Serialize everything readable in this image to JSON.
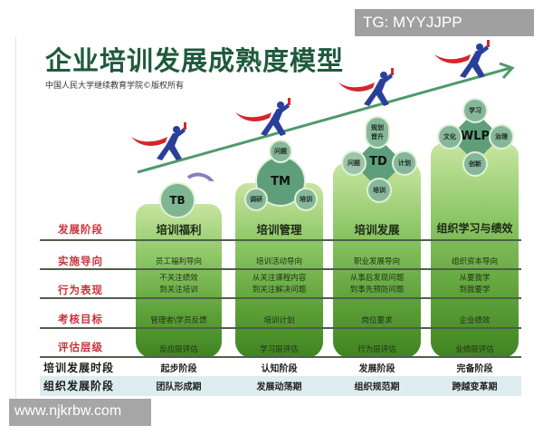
{
  "title": "企业培训发展成熟度模型",
  "subtitle": "中国人民大学继续教育学院©版权所有",
  "watermarks": {
    "top_right": "TG: MYYJJPP",
    "bottom_left": "www.njkrbw.com"
  },
  "colors": {
    "title": "#1e5a3c",
    "row_label": "#c8323a",
    "column_green": "#5fa23a",
    "runner_blue": "#2a3f9a",
    "scarf_red": "#d4262b",
    "arrow_green": "#4e9a6a"
  },
  "row_labels": [
    "发展阶段",
    "实施导向",
    "行为表现",
    "考核目标",
    "评估层级"
  ],
  "columns": [
    {
      "stage": "培训福利",
      "model": "TB",
      "model_nodes": [],
      "orientation": "员工福利导向",
      "behavior": [
        "不关注绩效",
        "到关注培训"
      ],
      "target": "管理者\\学员反馈",
      "evaluation": "反应层评估",
      "period": "起步阶段",
      "org_stage": "团队形成期"
    },
    {
      "stage": "培训管理",
      "model": "TM",
      "model_nodes": [
        "问题",
        "调研",
        "培训"
      ],
      "orientation": "培训活动导向",
      "behavior": [
        "从关注课程内容",
        "到关注解决问题"
      ],
      "target": "培训计划",
      "evaluation": "学习层评估",
      "period": "认知阶段",
      "org_stage": "发展动荡期"
    },
    {
      "stage": "培训发展",
      "model": "TD",
      "model_nodes": [
        "规划",
        "晋升",
        "问题",
        "计划",
        "培训"
      ],
      "orientation": "职业发展导向",
      "behavior": [
        "从事后发现问题",
        "到事先预防问题"
      ],
      "target": "岗位要求",
      "evaluation": "行为层评估",
      "period": "发展阶段",
      "org_stage": "组织规范期"
    },
    {
      "stage": "组织学习与绩效",
      "model": "WLP",
      "model_nodes": [
        "学习",
        "文化",
        "治理",
        "创新"
      ],
      "orientation": "组织资本导向",
      "behavior": [
        "从要我学",
        "到我要学"
      ],
      "target": "企业绩效",
      "evaluation": "业绩层评估",
      "period": "完备阶段",
      "org_stage": "跨越变革期"
    }
  ],
  "bottom_rows": [
    {
      "label": "培训发展时段",
      "key": "period"
    },
    {
      "label": "组织发展阶段",
      "key": "org_stage"
    }
  ],
  "icons": [
    "runner-icon",
    "growth-arrow-icon"
  ]
}
